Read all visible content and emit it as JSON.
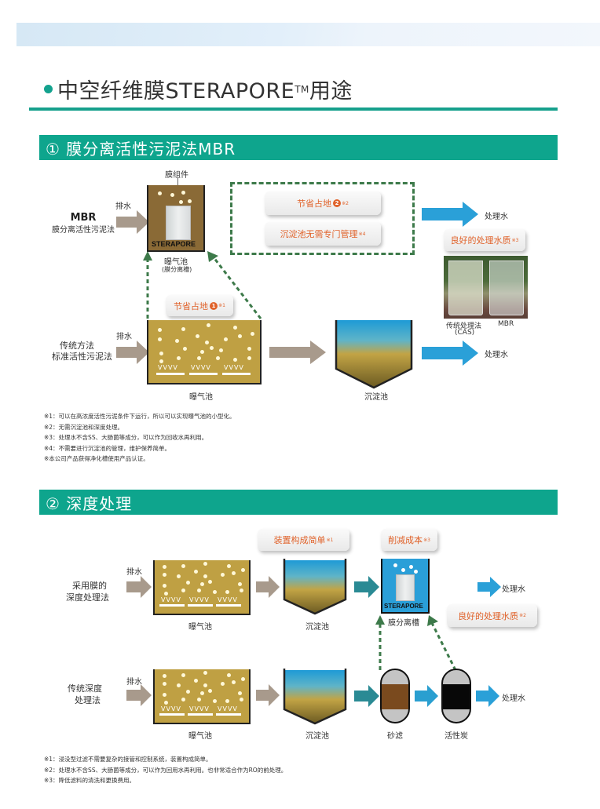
{
  "page": {
    "title_main": "中空纤维膜STERAPORE",
    "title_tm": "TM",
    "title_suffix": "用途",
    "accent_color": "#0ea58d",
    "highlight_color": "#e0622a"
  },
  "section1": {
    "heading": "① 膜分离活性污泥法MBR",
    "mbr_label_title": "MBR",
    "mbr_label_sub": "膜分离活性污泥法",
    "drain_label_top": "排水",
    "membrane_module_label": "膜组件",
    "sterapore_tag": "STERAPORE",
    "aeration_tank_label": "曝气池",
    "aeration_tank_sub": "(膜分离槽)",
    "benefit_space_2": "节省占地",
    "benefit_space_2_badge": "2",
    "benefit_space_2_note": "※2",
    "benefit_no_clarifier": "沉淀池无需专门管理",
    "benefit_no_clarifier_note": "※4",
    "treated_water_top": "处理水",
    "good_quality": "良好的处理水质",
    "good_quality_note": "※3",
    "beaker_left_label": "传统处理法",
    "beaker_left_sub": "(CAS)",
    "beaker_right_label": "MBR",
    "benefit_space_1": "节省占地",
    "benefit_space_1_badge": "1",
    "benefit_space_1_note": "※1",
    "conventional_title": "传统方法",
    "conventional_sub": "标准活性污泥法",
    "drain_label_bottom": "排水",
    "aeration_tank_bottom": "曝气池",
    "clarifier_label": "沉淀池",
    "treated_water_bottom": "处理水",
    "diffuser_marks": "VVVV",
    "notes": [
      "※1：可以在高浓度活性污泥条件下运行，所以可以实现曝气池的小型化。",
      "※2：无需沉淀池和深度处理。",
      "※3：处理水不含SS、大肠菌等成分，可以作为回收水再利用。",
      "※4：不需要进行沉淀池的管理，维护保养简单。",
      "※本公司产品获得净化槽使用产品认证。"
    ]
  },
  "section2": {
    "heading": "② 深度处理",
    "benefit_simple": "装置构成简单",
    "benefit_simple_note": "※1",
    "benefit_cost": "削减成本",
    "benefit_cost_note": "※3",
    "membrane_row_title_1": "采用膜的",
    "membrane_row_title_2": "深度处理法",
    "drain_label_1": "排水",
    "aeration_tank_1": "曝气池",
    "clarifier_1": "沉淀池",
    "sterapore_tag": "STERAPORE",
    "membrane_tank_label": "膜分离槽",
    "treated_water_1": "处理水",
    "good_quality": "良好的处理水质",
    "good_quality_note": "※2",
    "conventional_title_1": "传统深度",
    "conventional_title_2": "处理法",
    "drain_label_2": "排水",
    "aeration_tank_2": "曝气池",
    "clarifier_2": "沉淀池",
    "sand_filter": "砂滤",
    "activated_carbon": "活性炭",
    "treated_water_2": "处理水",
    "diffuser_marks": "VVVV",
    "notes": [
      "※1：浸没型过滤不需要复杂的接管和控制系统，装置构成简单。",
      "※2：处理水不含SS、大肠菌等成分，可以作为回用水再利用。也非常适合作为RO的前处理。",
      "※3：降低滤料的清洗和更换费用。"
    ]
  }
}
